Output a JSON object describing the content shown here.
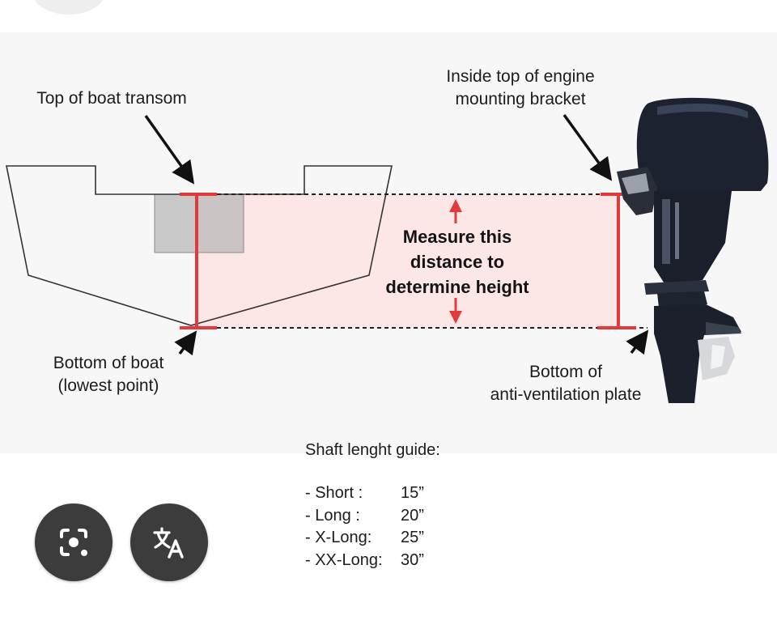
{
  "labels": {
    "top_transom": "Top of boat transom",
    "bracket_line1": "Inside top of engine",
    "bracket_line2": "mounting bracket",
    "measure_line1": "Measure this",
    "measure_line2": "distance to",
    "measure_line3": "determine height",
    "bottom_boat_line1": "Bottom of boat",
    "bottom_boat_line2": "(lowest point)",
    "bottom_plate_line1": "Bottom of",
    "bottom_plate_line2": "anti-ventilation plate"
  },
  "guide": {
    "title": "Shaft lenght guide:",
    "rows": [
      {
        "name": "- Short :",
        "value": "15”"
      },
      {
        "name": "- Long :",
        "value": "20”"
      },
      {
        "name": "- X-Long:",
        "value": "25”"
      },
      {
        "name": "- XX-Long:",
        "value": "30”"
      }
    ]
  },
  "buttons": {
    "lens_icon": "camera-search-icon",
    "translate_icon": "translate-icon"
  },
  "colors": {
    "measure_red": "#e23a3a",
    "fill_pink": "#fde2e2",
    "fab_bg": "#3c3c3c"
  }
}
